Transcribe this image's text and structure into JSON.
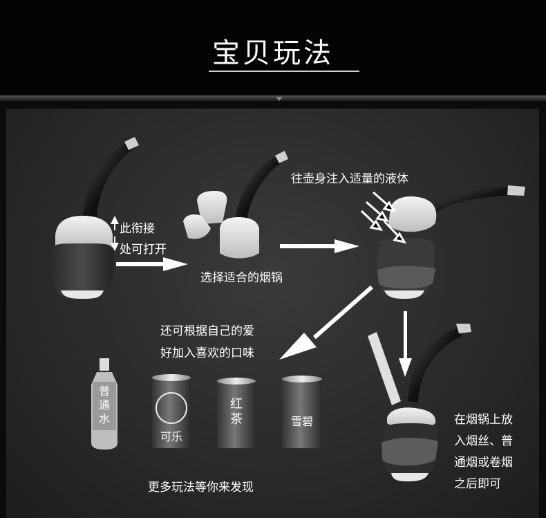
{
  "page_title": "宝贝玩法",
  "labels": {
    "connect_here_line1": "此衔接",
    "connect_here_line2": "处可打开",
    "choose_bowl": "选择适合的烟锅",
    "pour_liquid": "往壶身注入适量的液体",
    "flavor_line1": "还可根据自己的爱",
    "flavor_line2": "好加入喜欢的口味",
    "more_ways": "更多玩法等你来发现",
    "place_line1": "在烟锅上放",
    "place_line2": "入烟丝、普",
    "place_line3": "通烟或卷烟",
    "place_line4": "之后即可"
  },
  "drinks": {
    "water_line1": "普",
    "water_line2": "通",
    "water_line3": "水",
    "cola": "可乐",
    "tea_line1": "红",
    "tea_line2": "茶",
    "sprite": "雪碧"
  },
  "colors": {
    "background": "#0b0b0b",
    "panel": "#2a2a2a",
    "text": "#ffffff"
  }
}
